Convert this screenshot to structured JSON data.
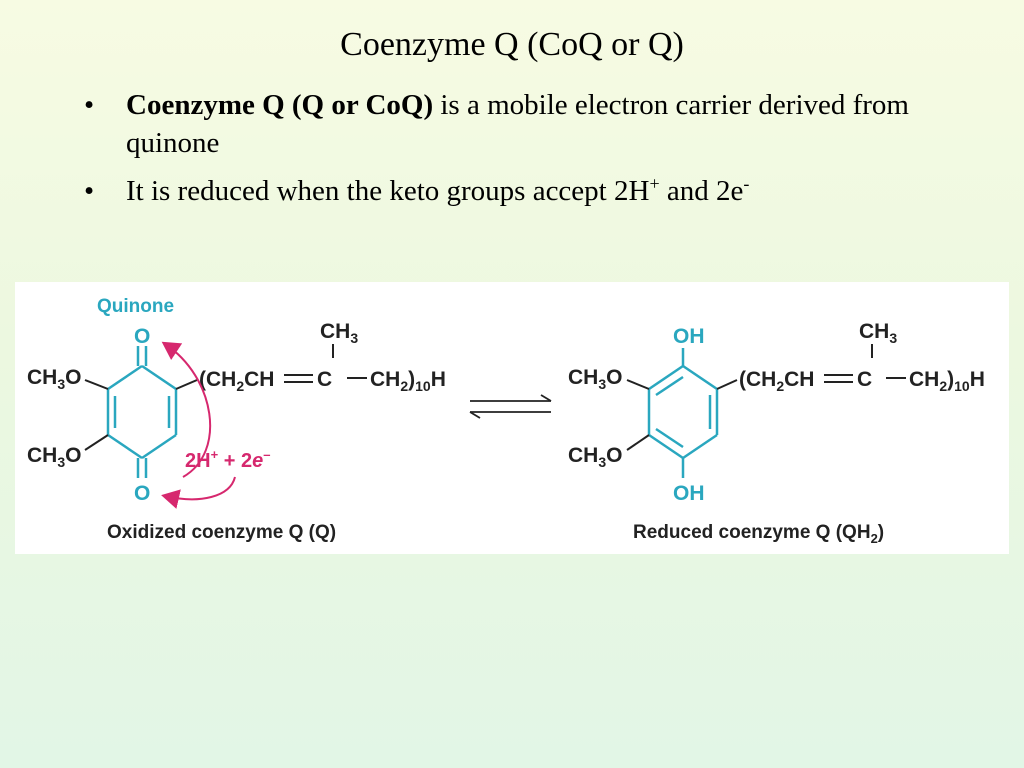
{
  "slide": {
    "title": "Coenzyme Q (CoQ or Q)",
    "bullet_char": "•",
    "bullets": [
      {
        "bold": "Coenzyme Q (Q or CoQ)",
        "text": " is a mobile electron carrier derived from quinone"
      },
      {
        "text_a": "It is reduced when the keto groups accept 2H",
        "sup_a": "+",
        "text_b": " and 2e",
        "sup_b": "-"
      }
    ]
  },
  "figure": {
    "colors": {
      "ring": "#2aa7bf",
      "accent": "#d6286e",
      "black": "#222222",
      "label_blue": "#2aa7bf"
    },
    "oxidized": {
      "header_label": "Quinone",
      "o_top": "O",
      "o_bottom": "O",
      "methoxy_1": "CH",
      "methoxy_1_sub": "3",
      "methoxy_1_end": "O",
      "methoxy_2": "CH",
      "methoxy_2_sub": "3",
      "methoxy_2_end": "O",
      "chain_a": "(CH",
      "chain_a_sub": "2",
      "chain_b": "CH",
      "chain_c": "C",
      "chain_d": "CH",
      "chain_d_sub": "2",
      "chain_close": ")",
      "chain_sub10": "10",
      "chain_end": "H",
      "ch3": "CH",
      "ch3_sub": "3",
      "electrons_a": "2H",
      "electrons_sup": "+",
      "electrons_mid": " + 2",
      "electrons_e": "e",
      "electrons_sup2": "–",
      "caption": "Oxidized coenzyme Q (Q)"
    },
    "reduced": {
      "oh_top": "OH",
      "oh_bottom": "OH",
      "methoxy_1": "CH",
      "methoxy_1_sub": "3",
      "methoxy_1_end": "O",
      "methoxy_2": "CH",
      "methoxy_2_sub": "3",
      "methoxy_2_end": "O",
      "chain_a": "(CH",
      "chain_a_sub": "2",
      "chain_b": "CH",
      "chain_c": "C",
      "chain_d": "CH",
      "chain_d_sub": "2",
      "chain_close": ")",
      "chain_sub10": "10",
      "chain_end": "H",
      "ch3": "CH",
      "ch3_sub": "3",
      "caption": "Reduced coenzyme Q (QH",
      "caption_sub": "2",
      "caption_end": ")"
    }
  }
}
